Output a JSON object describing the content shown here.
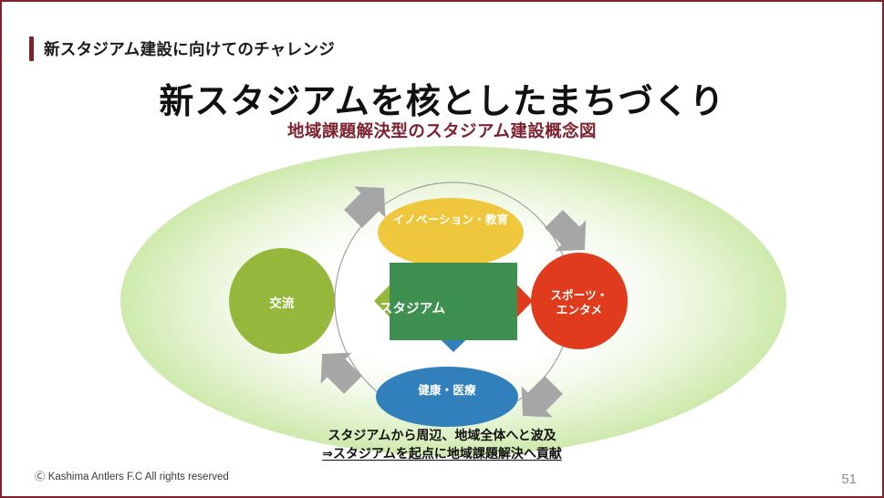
{
  "slide": {
    "header": "新スタジアム建設に向けてのチャレンジ",
    "title": "新スタジアムを核としたまちづくり",
    "subtitle": "地域課題解決型のスタジアム建設概念図",
    "page_number": "51",
    "copyright": "Ⓒ Kashima Antlers F.C All rights reserved",
    "accent_color": "#7d2330",
    "border_color": "#7d2330"
  },
  "diagram": {
    "center": {
      "label": "スタジアム",
      "color": "#3e9050",
      "shape": "rectangle"
    },
    "nodes": [
      {
        "id": "innovation",
        "label": "イノベーション・教育",
        "color": "#efc73c",
        "position": "top",
        "shape": "ellipse",
        "arrow_color": "#efc73c"
      },
      {
        "id": "sports",
        "label_line1": "スポーツ・",
        "label_line2": "エンタメ",
        "color": "#df3b1c",
        "position": "right",
        "shape": "circle",
        "arrow_color": "#df3b1c"
      },
      {
        "id": "health",
        "label": "健康・医療",
        "color": "#3180bc",
        "position": "bottom",
        "shape": "ellipse",
        "arrow_color": "#3180bc"
      },
      {
        "id": "exchange",
        "label": "交流",
        "color": "#95b83c",
        "position": "left",
        "shape": "circle",
        "arrow_color": "#95b83c"
      }
    ],
    "cycle_arrows": {
      "count": 4,
      "color": "#a6a6a6",
      "direction": "clockwise",
      "ring_color": "#a0a0a0"
    },
    "halo": {
      "type": "radial-gradient-ellipse",
      "inner_color": "#ffffff",
      "outer_color": "#bfe296"
    }
  },
  "caption": {
    "line1": "スタジアムから周辺、地域全体へと波及",
    "line2": "⇒スタジアムを起点に地域課題解決へ貢献"
  }
}
